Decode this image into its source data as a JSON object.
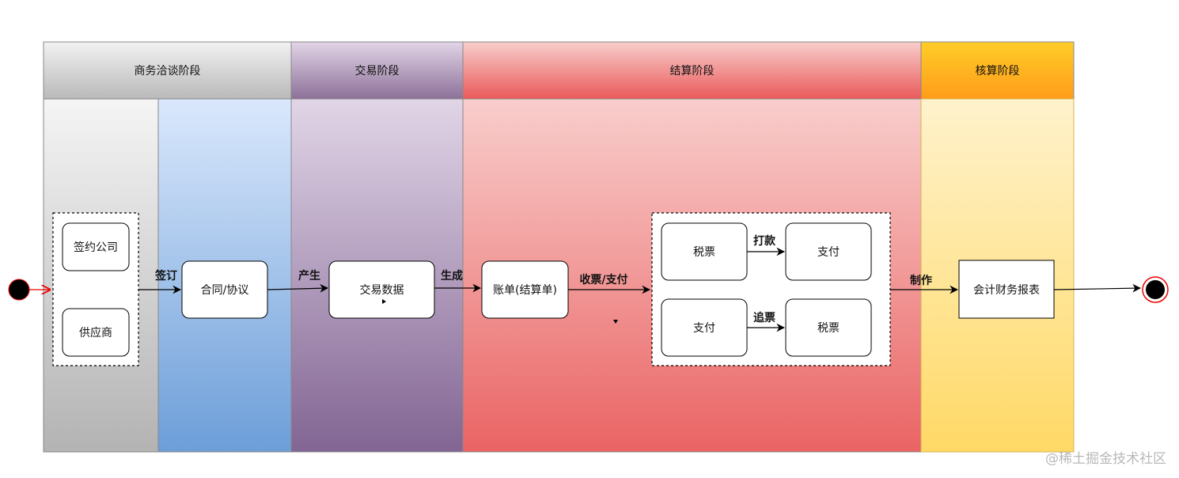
{
  "phases": [
    {
      "id": "negotiation",
      "title": "商务洽谈阶段",
      "color": "#c8c8c8"
    },
    {
      "id": "transaction",
      "title": "交易阶段",
      "color": "#8e6f9f"
    },
    {
      "id": "settlement",
      "title": "结算阶段",
      "color": "#ea5a5a"
    },
    {
      "id": "accounting",
      "title": "核算阶段",
      "color": "#f9a61e"
    }
  ],
  "nodes": {
    "sign_company": "签约公司",
    "supplier": "供应商",
    "contract": "合同/协议",
    "trade_data": "交易数据",
    "bill": "账单(结算单)",
    "tax_invoice_1": "税票",
    "payment_1": "支付",
    "payment_2": "支付",
    "tax_invoice_2": "税票",
    "report": "会计财务报表"
  },
  "edges": {
    "sign": "签订",
    "produce": "产生",
    "generate": "生成",
    "receive_pay": "收票/支付",
    "transfer": "打款",
    "chase": "追票",
    "make": "制作"
  },
  "watermark": "@稀土掘金技术社区"
}
